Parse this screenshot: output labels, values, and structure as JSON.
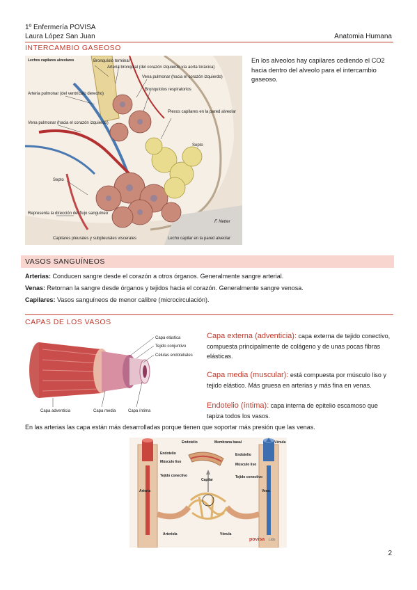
{
  "header": {
    "line1": "1º Enfermería POVISA",
    "line2": "Laura López San Juan",
    "right": "Anatomia Humana"
  },
  "section1": {
    "title": "INTERCAMBIO GASEOSO",
    "text": "En los alveolos hay capilares cediendo el CO2 hacia dentro del alveolo para el intercambio gaseoso.",
    "figure_labels": {
      "lechos": "Lechos capilares alveolares",
      "bronquiolo_terminal": "Bronquíolo terminal",
      "arteria_bronquial": "Arteria bronquial (del corazón izquierdo vía aorta torácica)",
      "vena_pulmonar_hacia": "Vena pulmonar (hacia el corazón izquierdo)",
      "bronquiolos_resp": "Bronquíolos respiratorios",
      "arteria_pulmonar": "Arteria pulmonar (del ventrículo derecho)",
      "vena_pulmonar_izq": "Vena pulmonar (hacia el corazón izquierdo)",
      "plexos": "Plexos capilares en la pared alveolar",
      "septo1": "Septo",
      "septo2": "Septo",
      "representa": "Representa la dirección del flujo sanguíneo",
      "capilares_pleurales": "Capilares pleurales y subpleurales viscerales",
      "lecho_capilar": "Lecho capilar en la pared alveolar",
      "signature": "F. Netter"
    }
  },
  "section2": {
    "title": "VASOS SANGUÍNEOS",
    "items": [
      {
        "term": "Arterias:",
        "text": " Conducen sangre desde el corazón a otros órganos. Generalmente sangre arterial."
      },
      {
        "term": "Venas:",
        "text": " Retornan la sangre desde órganos y tejidos hacia el corazón. Generalmente sangre venosa."
      },
      {
        "term": "Capilares:",
        "text": " Vasos sanguíneos de menor calibre (microcirculación)."
      }
    ]
  },
  "section3": {
    "title": "CAPAS DE LOS VASOS",
    "layers": [
      {
        "name": "Capa externa (adventicia):",
        "text": " capa externa de tejido conectivo, compuesta principalmente de colágeno y de unas pocas fibras elásticas."
      },
      {
        "name": "Capa media (muscular):",
        "text": " está compuesta por músculo liso y tejido elástico. Más gruesa en arterias y más fina en venas."
      },
      {
        "name": "Endotelio (íntima):",
        "text": " capa interna de epitelio escamoso que tapiza todos los vasos."
      }
    ],
    "note": "En las arterias las capa están más desarrolladas porque tienen que soportar más presión que las venas.",
    "fig1_labels": {
      "capa_elastica": "Capa elástica",
      "tejido_conjuntivo": "Tejido conjuntivo",
      "celulas_endoteliales": "Células endoteliales",
      "capa_adventicia": "Capa adventicia",
      "capa_media": "Capa media",
      "capa_intima": "Capa íntima"
    },
    "fig2_labels": {
      "endotelio_top": "Endotelio",
      "membrana_basal": "Membrana basal",
      "vena_top": "Vénula",
      "endotelio_left": "Endotelio",
      "musculo_liso_left": "Músculo liso",
      "tejido_conectivo_left": "Tejido conectivo",
      "capilar": "Capilar",
      "endotelio_right": "Endotelio",
      "musculo_liso_right": "Músculo liso",
      "tejido_conectivo_right": "Tejido conectivo",
      "arteria": "Arteria",
      "vena": "Vena",
      "arteriola": "Arteriola",
      "venula": "Vénula",
      "brand": "povisa",
      "brand2": "Lido"
    }
  },
  "page_number": "2",
  "colors": {
    "accent": "#c0392b",
    "band": "#f9d5d0"
  }
}
